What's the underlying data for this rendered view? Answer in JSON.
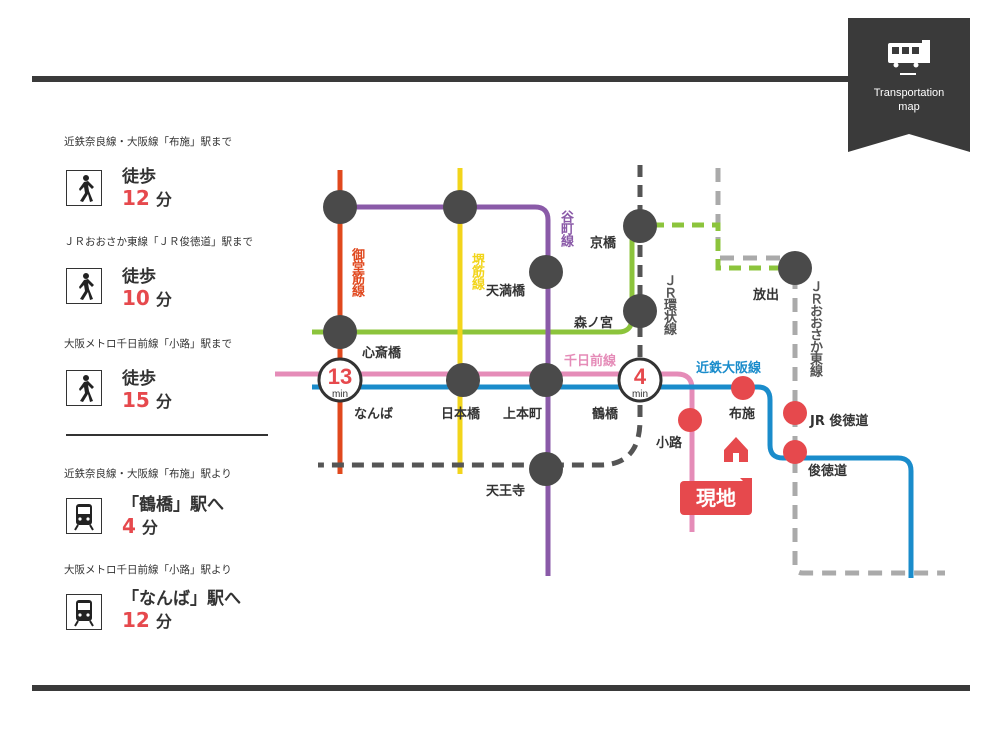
{
  "badge": {
    "title_line1": "Transportation",
    "title_line2": "map",
    "icon": "train-icon"
  },
  "access": {
    "walk": [
      {
        "caption": "近鉄奈良線・大阪線「布施」駅まで",
        "label": "徒歩",
        "value": "12",
        "unit": "分"
      },
      {
        "caption": "ＪＲおおさか東線「ＪＲ俊徳道」駅まで",
        "label": "徒歩",
        "value": "10",
        "unit": "分"
      },
      {
        "caption": "大阪メトロ千日前線「小路」駅まで",
        "label": "徒歩",
        "value": "15",
        "unit": "分"
      }
    ],
    "train": [
      {
        "caption": "近鉄奈良線・大阪線「布施」駅より",
        "label": "「鶴橋」駅へ",
        "value": "4",
        "unit": "分"
      },
      {
        "caption": "大阪メトロ千日前線「小路」駅より",
        "label": "「なんば」駅へ",
        "value": "12",
        "unit": "分"
      }
    ]
  },
  "lines": {
    "midosuji": {
      "name": "御堂筋線",
      "color": "#e0481e"
    },
    "sakaisuji": {
      "name": "堺筋線",
      "color": "#f2d51b"
    },
    "tanimachi": {
      "name": "谷町線",
      "color": "#8a5aa8"
    },
    "nagahori": {
      "color": "#8cc43c"
    },
    "sennichimae": {
      "name": "千日前線",
      "color": "#e58cb8"
    },
    "kintetsu": {
      "name": "近鉄大阪線",
      "color": "#1a8ccb"
    },
    "jr_loop": {
      "name": "ＪＲ環状線",
      "color": "#555555"
    },
    "jr_higashi": {
      "name": "ＪＲおおさか東線",
      "color": "#aaaaaa"
    }
  },
  "stations": {
    "shinsaibashi": "心斎橋",
    "namba": "なんば",
    "nipponbashi": "日本橋",
    "uehonmachi": "上本町",
    "tsuruhashi": "鶴橋",
    "kyobashi": "京橋",
    "morinomiya": "森ノ宮",
    "tenmabashi": "天満橋",
    "tennoji": "天王寺",
    "shoji": "小路",
    "fuse": "布施",
    "hanaten": "放出",
    "jr_shuntokumichi": "JR 俊徳道",
    "shuntokumichi": "俊徳道"
  },
  "times": {
    "namba": {
      "value": "13",
      "unit": "min"
    },
    "tsuruhashi": {
      "value": "4",
      "unit": "min"
    }
  },
  "current_location": "現地"
}
